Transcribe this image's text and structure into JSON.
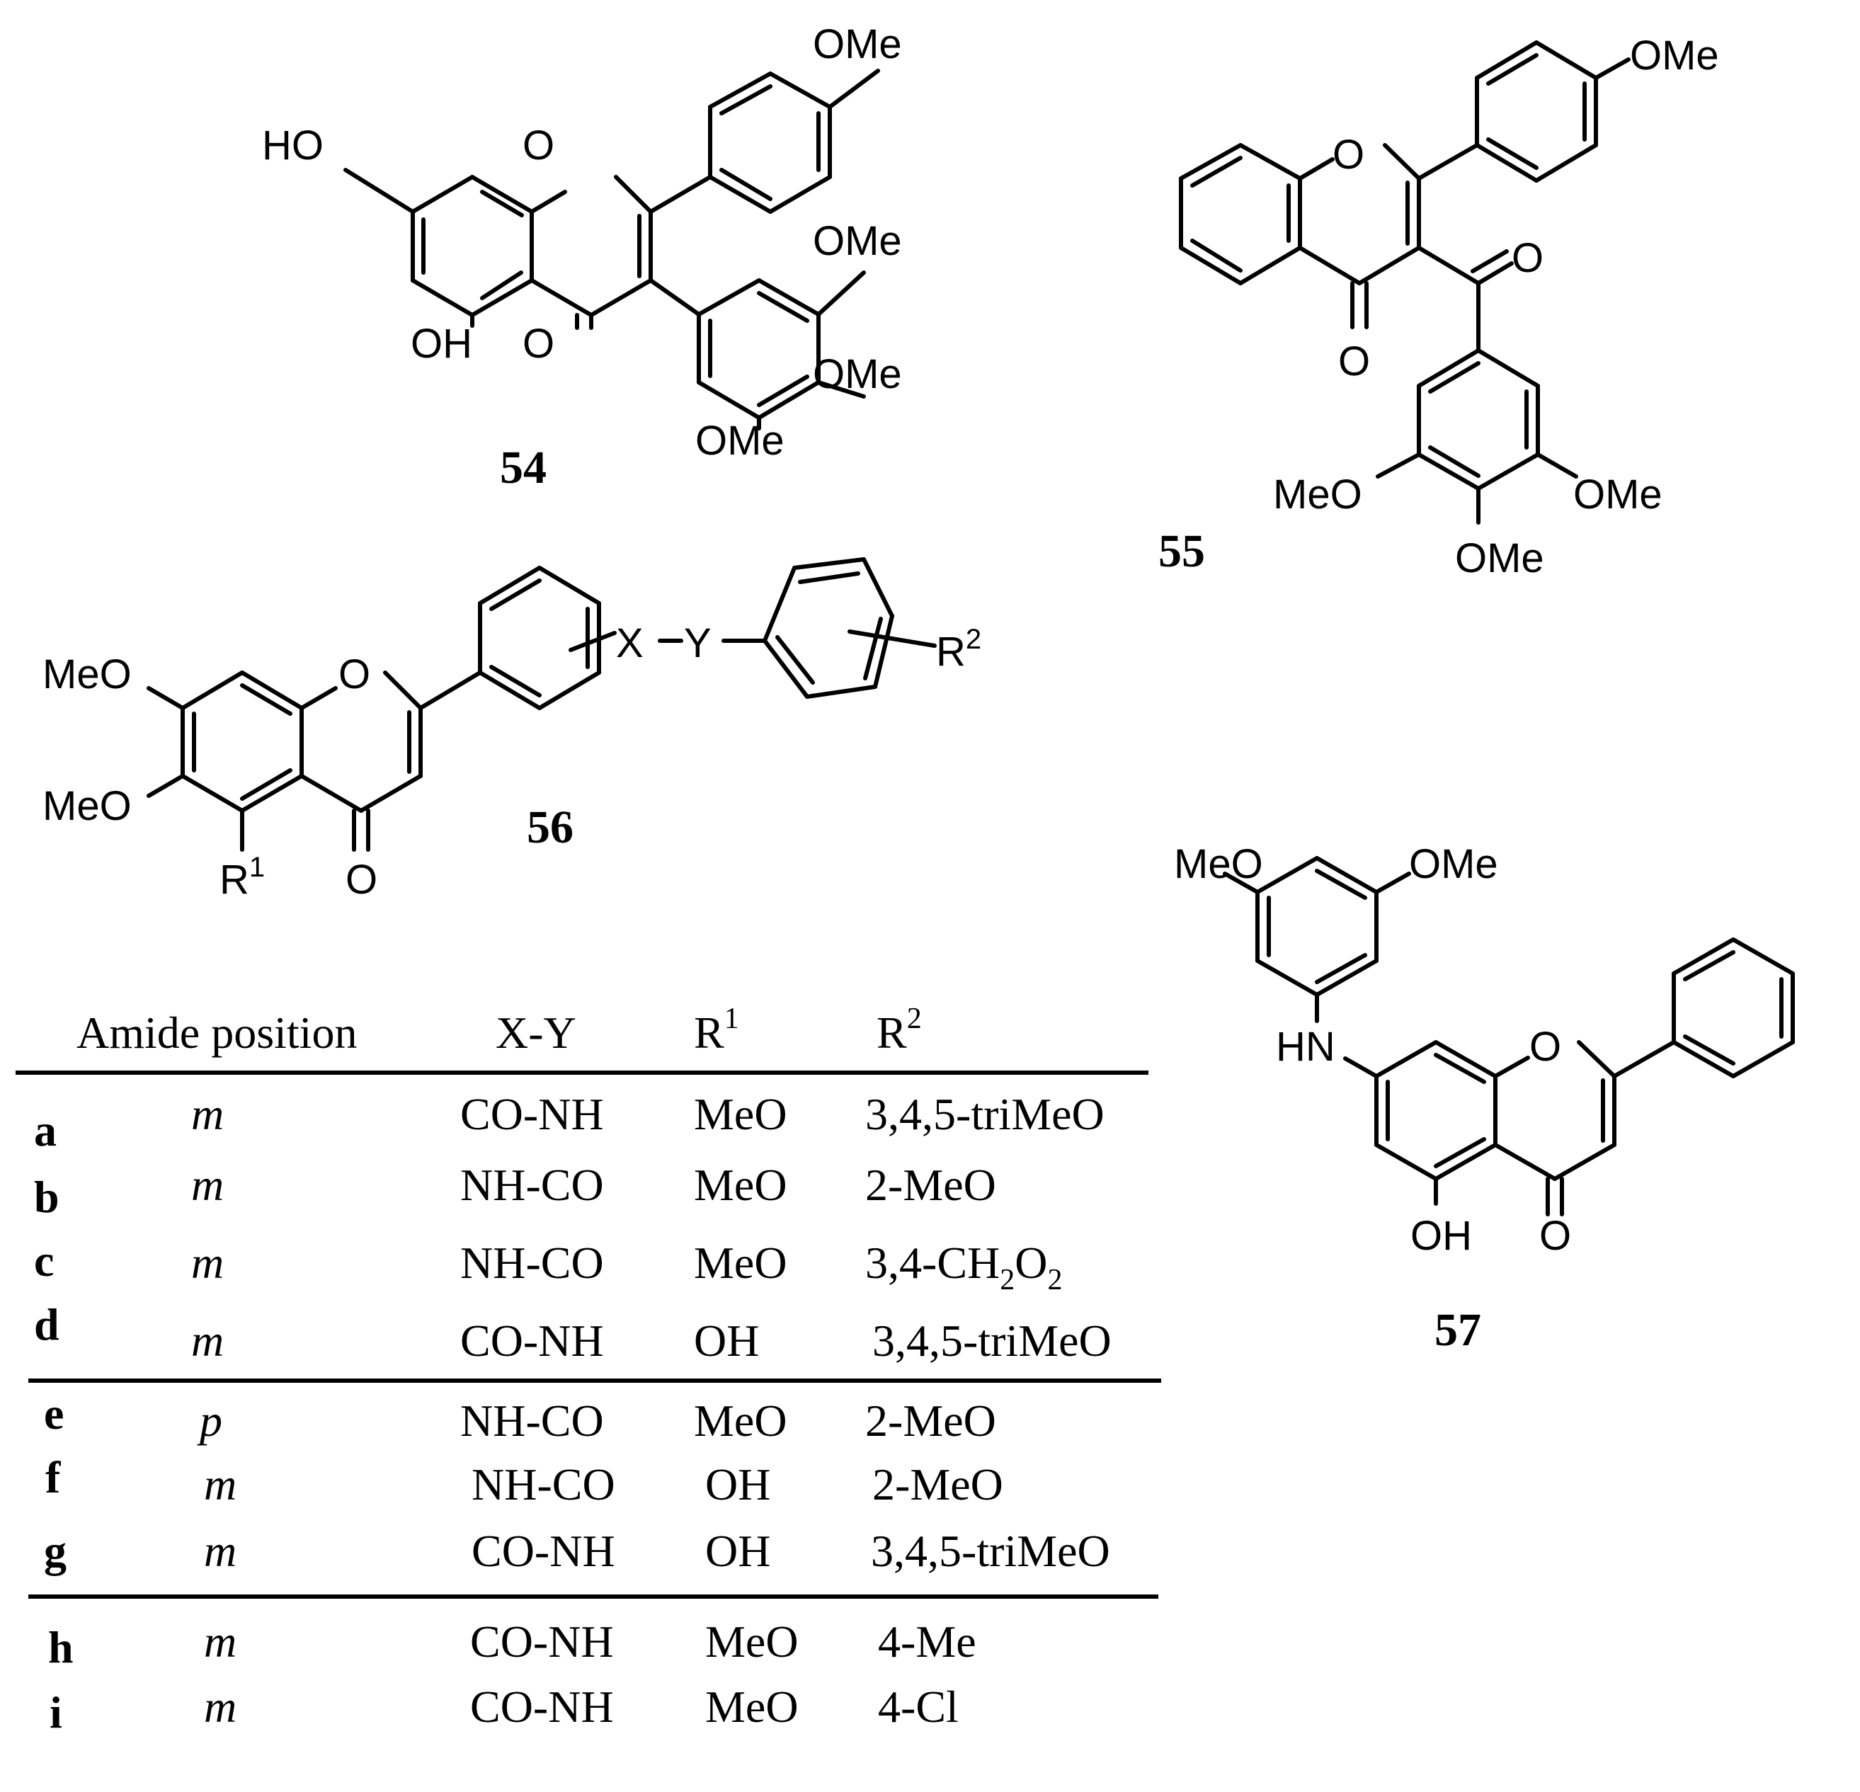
{
  "structures": {
    "c54": {
      "number": "54",
      "OMe": "OMe",
      "HO": "HO",
      "O": "O",
      "OH": "OH"
    },
    "c55": {
      "number": "55",
      "OMe": "OMe",
      "MeO": "MeO",
      "O": "O"
    },
    "c56": {
      "number": "56",
      "MeO": "MeO",
      "O": "O",
      "X": "X",
      "Y": "Y",
      "R": "R",
      "sup1": "1",
      "sup2": "2"
    },
    "c57": {
      "number": "57",
      "MeO": "MeO",
      "OMe": "OMe",
      "HN": "HN",
      "O": "O",
      "OH": "OH"
    }
  },
  "table": {
    "headers": {
      "amide_position": "Amide position",
      "xy": "X-Y",
      "r": "R",
      "sup1": "1",
      "sup2": "2"
    },
    "rows": [
      {
        "label": "a",
        "position": "m",
        "xy": "CO-NH",
        "r1": "MeO",
        "r2": "3,4,5-triMeO"
      },
      {
        "label": "b",
        "position": "m",
        "xy": "NH-CO",
        "r1": "MeO",
        "r2": "2-MeO"
      },
      {
        "label": "c",
        "position": "m",
        "xy": "NH-CO",
        "r1": "MeO",
        "r2": "3,4-CH",
        "r2_sub1": "2",
        "r2_mid": "O",
        "r2_sub2": "2"
      },
      {
        "label": "d",
        "position": "m",
        "xy": "CO-NH",
        "r1": "OH",
        "r2": "3,4,5-triMeO"
      },
      {
        "label": "e",
        "position": "p",
        "xy": "NH-CO",
        "r1": "MeO",
        "r2": "2-MeO"
      },
      {
        "label": "f",
        "position": "m",
        "xy": "NH-CO",
        "r1": "OH",
        "r2": "2-MeO"
      },
      {
        "label": "g",
        "position": "m",
        "xy": "CO-NH",
        "r1": "OH",
        "r2": "3,4,5-triMeO"
      },
      {
        "label": "h",
        "position": "m",
        "xy": "CO-NH",
        "r1": "MeO",
        "r2": "4-Me"
      },
      {
        "label": "i",
        "position": "m",
        "xy": "CO-NH",
        "r1": "MeO",
        "r2": "4-Cl"
      }
    ]
  }
}
